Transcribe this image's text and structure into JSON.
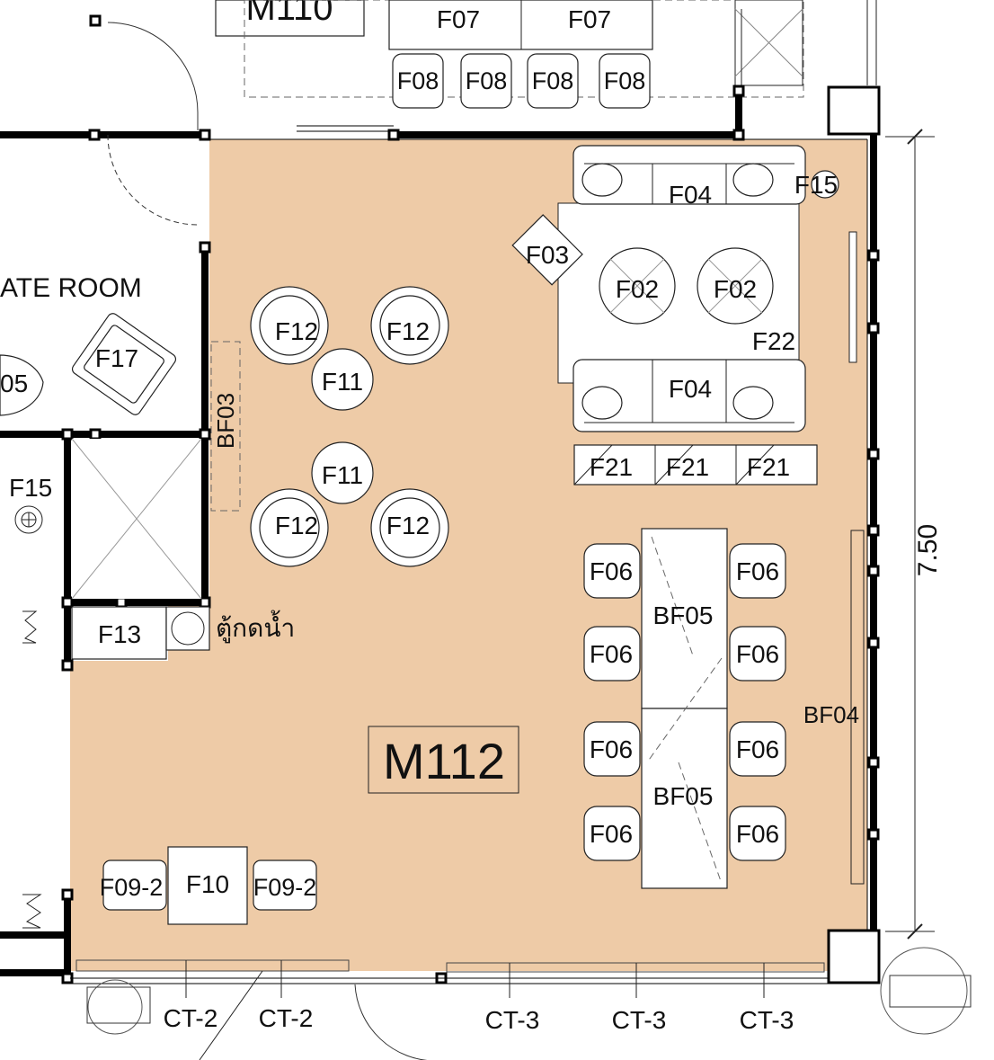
{
  "room": {
    "name": "M112",
    "floor_color": "#EECBA7",
    "neighbor_top": "M110",
    "neighbor_left_partial": "ATE ROOM"
  },
  "dimension": {
    "value": "7.50"
  },
  "labels": {
    "f07": "F07",
    "f08": "F08",
    "f04": "F04",
    "f15": "F15",
    "f03": "F03",
    "f02": "F02",
    "f22": "F22",
    "f21": "F21",
    "f12": "F12",
    "f11": "F11",
    "bf03": "BF03",
    "f17": "F17",
    "f05_partial": "05",
    "f13": "F13",
    "water_dispenser": "ตู้กดน้ำ",
    "f06": "F06",
    "bf05": "BF05",
    "bf04": "BF04",
    "f09_2": "F09-2",
    "f10": "F10",
    "ct2": "CT-2",
    "ct3": "CT-3"
  },
  "colors": {
    "wall": "#000000",
    "line": "#222222",
    "furniture": "#ffffff"
  }
}
